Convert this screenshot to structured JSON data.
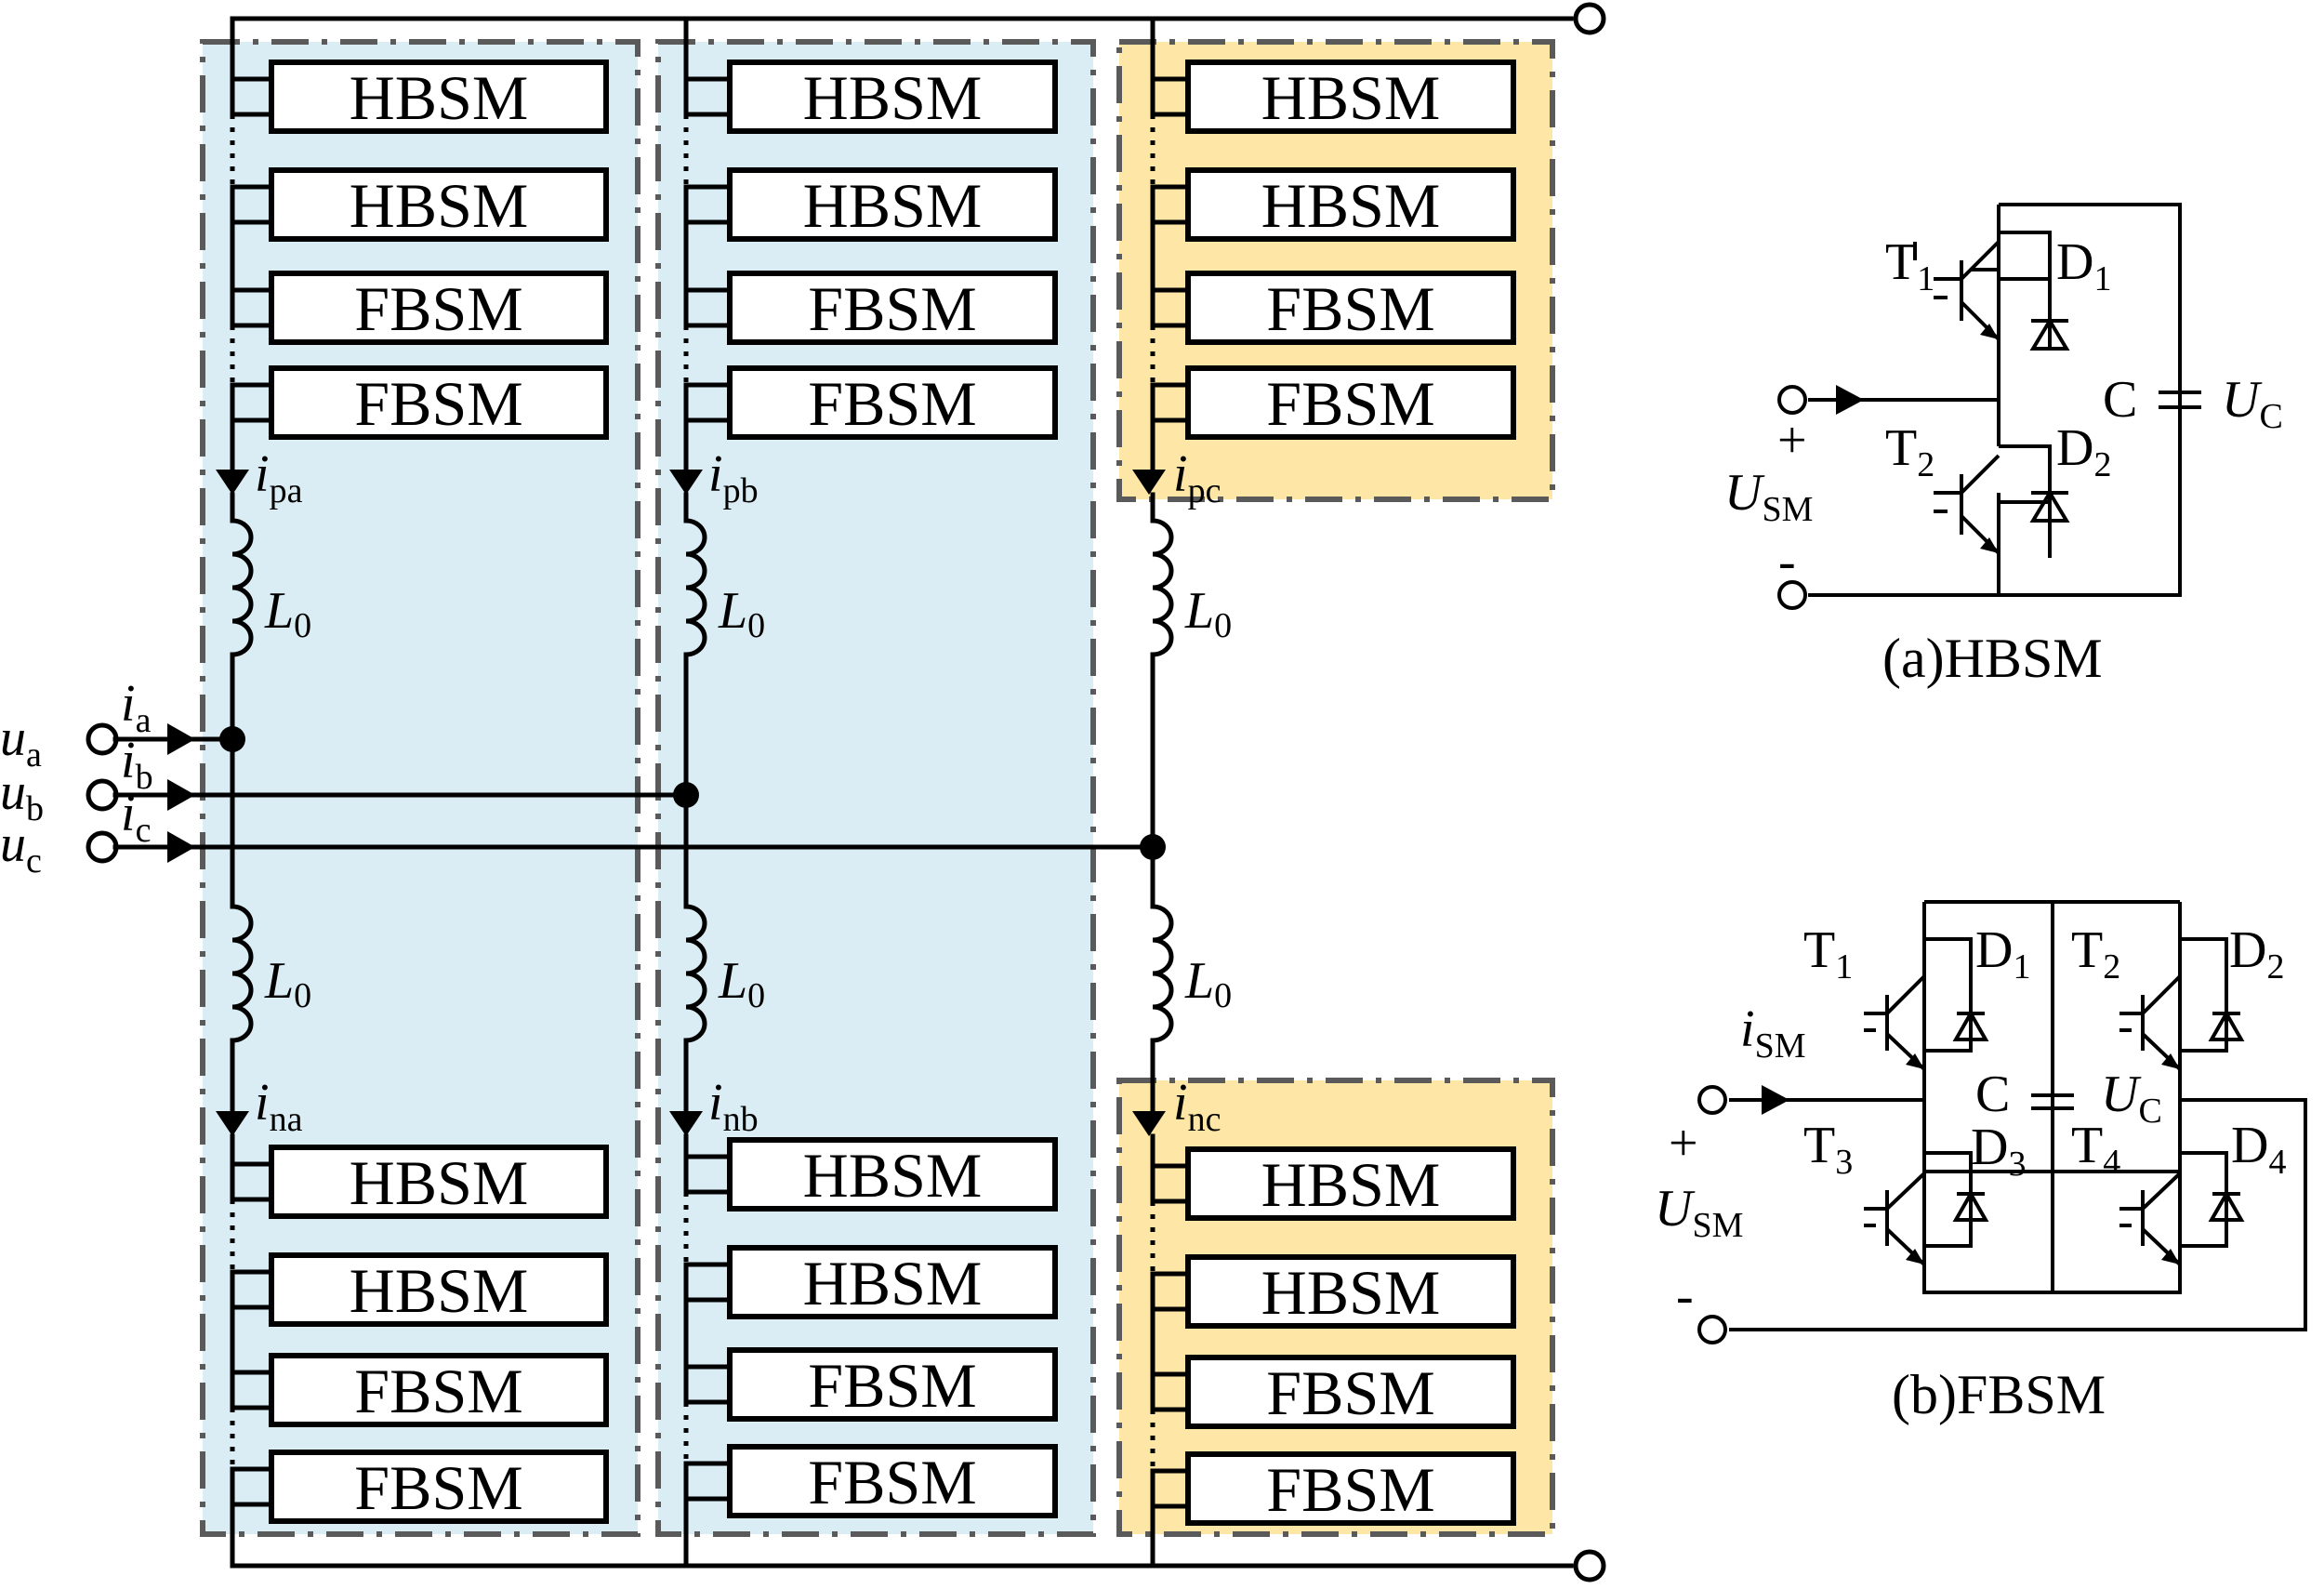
{
  "colors": {
    "upper_zone_fill": "#daedf4",
    "phase_c_zone_fill": "#fde6a6",
    "zone_border": "#5a5a5a",
    "wire": "#000000"
  },
  "converter": {
    "arms": {
      "a": {
        "upper_modules": [
          "HBSM",
          "HBSM",
          "FBSM",
          "FBSM"
        ],
        "lower_modules": [
          "HBSM",
          "HBSM",
          "FBSM",
          "FBSM"
        ],
        "upper_current": {
          "sym": "i",
          "sub": "pa"
        },
        "lower_current": {
          "sym": "i",
          "sub": "na"
        },
        "inductor_upper": {
          "sym": "L",
          "sub": "0"
        },
        "inductor_lower": {
          "sym": "L",
          "sub": "0"
        }
      },
      "b": {
        "upper_modules": [
          "HBSM",
          "HBSM",
          "FBSM",
          "FBSM"
        ],
        "lower_modules": [
          "HBSM",
          "HBSM",
          "FBSM",
          "FBSM"
        ],
        "upper_current": {
          "sym": "i",
          "sub": "pb"
        },
        "lower_current": {
          "sym": "i",
          "sub": "nb"
        },
        "inductor_upper": {
          "sym": "L",
          "sub": "0"
        },
        "inductor_lower": {
          "sym": "L",
          "sub": "0"
        }
      },
      "c": {
        "upper_modules": [
          "HBSM",
          "HBSM",
          "FBSM",
          "FBSM"
        ],
        "lower_modules": [
          "HBSM",
          "HBSM",
          "FBSM",
          "FBSM"
        ],
        "upper_current": {
          "sym": "i",
          "sub": "pc"
        },
        "lower_current": {
          "sym": "i",
          "sub": "nc"
        },
        "inductor_upper": {
          "sym": "L",
          "sub": "0"
        },
        "inductor_lower": {
          "sym": "L",
          "sub": "0"
        }
      }
    },
    "ac_inputs": [
      {
        "voltage": {
          "sym": "u",
          "sub": "a"
        },
        "current": {
          "sym": "i",
          "sub": "a"
        }
      },
      {
        "voltage": {
          "sym": "u",
          "sub": "b"
        },
        "current": {
          "sym": "i",
          "sub": "b"
        }
      },
      {
        "voltage": {
          "sym": "u",
          "sub": "c"
        },
        "current": {
          "sym": "i",
          "sub": "c"
        }
      }
    ]
  },
  "hbsm": {
    "caption": "(a)HBSM",
    "t1": {
      "sym": "T",
      "sub": "1"
    },
    "t2": {
      "sym": "T",
      "sub": "2"
    },
    "d1": {
      "sym": "D",
      "sub": "1"
    },
    "d2": {
      "sym": "D",
      "sub": "2"
    },
    "cap": "C",
    "uc": {
      "sym": "U",
      "sub": "C"
    },
    "plus": "+",
    "minus": "-",
    "usm": {
      "sym": "U",
      "sub": "SM"
    }
  },
  "fbsm": {
    "caption": "(b)FBSM",
    "t1": {
      "sym": "T",
      "sub": "1"
    },
    "t2": {
      "sym": "T",
      "sub": "2"
    },
    "t3": {
      "sym": "T",
      "sub": "3"
    },
    "t4": {
      "sym": "T",
      "sub": "4"
    },
    "d1": {
      "sym": "D",
      "sub": "1"
    },
    "d2": {
      "sym": "D",
      "sub": "2"
    },
    "d3": {
      "sym": "D",
      "sub": "3"
    },
    "d4": {
      "sym": "D",
      "sub": "4"
    },
    "cap": "C",
    "uc": {
      "sym": "U",
      "sub": "C"
    },
    "ism": {
      "sym": "i",
      "sub": "SM"
    },
    "plus": "+",
    "minus": "-",
    "usm": {
      "sym": "U",
      "sub": "SM"
    }
  }
}
